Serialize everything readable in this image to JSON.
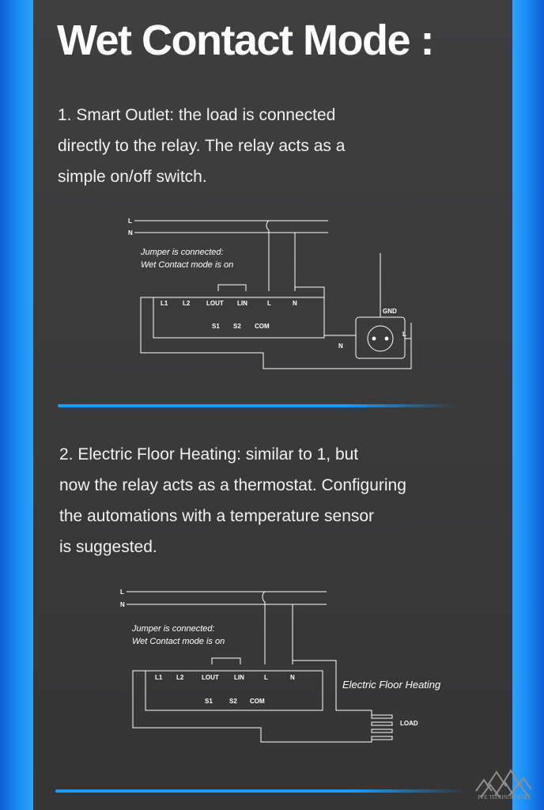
{
  "title": "Wet Contact Mode :",
  "section1": {
    "lines": [
      "1. Smart Outlet:  the load is connected",
      "directly to the relay. The relay acts as a",
      "simple on/off switch."
    ],
    "diagram": {
      "line_l": "L",
      "line_n": "N",
      "note_1": "Jumper is connected:",
      "note_2": "Wet Contact mode is on",
      "terminals_top": [
        "L1",
        "L2",
        "LOUT",
        "LIN",
        "L",
        "N"
      ],
      "terminals_bottom": [
        "S1",
        "S2",
        "COM"
      ],
      "gnd_label": "GND",
      "outlet_n_label": "N",
      "outlet_l_label": "L"
    }
  },
  "section2": {
    "lines": [
      "2. Electric Floor Heating: similar to 1, but",
      "now the relay acts as a thermostat. Configuring",
      "the automations with a temperature sensor",
      "is suggested."
    ],
    "diagram": {
      "line_l": "L",
      "line_n": "N",
      "note_1": "Jumper is connected:",
      "note_2": "Wet Contact mode is on",
      "terminals_top": [
        "L1",
        "L2",
        "LOUT",
        "LIN",
        "L",
        "N"
      ],
      "terminals_bottom": [
        "S1",
        "S2",
        "COM"
      ],
      "heating_label": "Electric Floor Heating",
      "load_label": "LOAD"
    }
  },
  "watermark": "PFE TECHNOLOGIES",
  "colors": {
    "background": "#3b3b3c",
    "accent": "#1a9bff",
    "edge": "#1a8cf2",
    "text": "#ffffff"
  }
}
